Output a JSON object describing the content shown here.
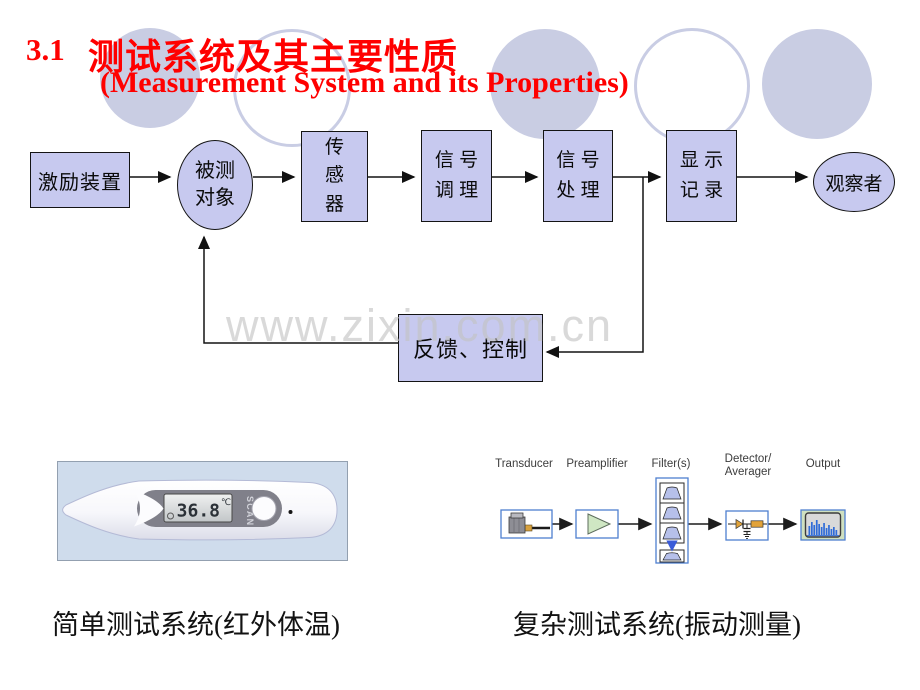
{
  "slide": {
    "section_number": "3.1",
    "title_zh": "测试系统及其主要性质",
    "title_en": "(Measurement System and its Properties)",
    "watermark": "www.zixin.com.cn",
    "colors": {
      "title_red": "#ff0000",
      "node_fill": "#c7c9ef",
      "bg_circle": "#c9cde3",
      "diagram_blue_border": "#4f7fd0",
      "watermark_gray": "#c3c3c3"
    }
  },
  "flowchart": {
    "excitation": "激励装置",
    "object_line1": "被测",
    "object_line2": "对象",
    "sensor_line1": "传",
    "sensor_line2": "感",
    "sensor_line3": "器",
    "conditioning_line1": "信 号",
    "conditioning_line2": "调 理",
    "processing_line1": "信 号",
    "processing_line2": "处 理",
    "display_line1": "显 示",
    "display_line2": "记 录",
    "observer": "观察者",
    "feedback": "反馈、控制"
  },
  "simple_system": {
    "caption": "简单测试系统(红外体温)",
    "thermometer": {
      "reading": "36.8",
      "unit": "℃",
      "scan_label": "SCAN"
    }
  },
  "complex_system": {
    "caption": "复杂测试系统(振动测量)",
    "labels": {
      "transducer": "Transducer",
      "preamplifier": "Preamplifier",
      "filters": "Filter(s)",
      "detector_line1": "Detector/",
      "detector_line2": "Averager",
      "output": "Output"
    }
  }
}
